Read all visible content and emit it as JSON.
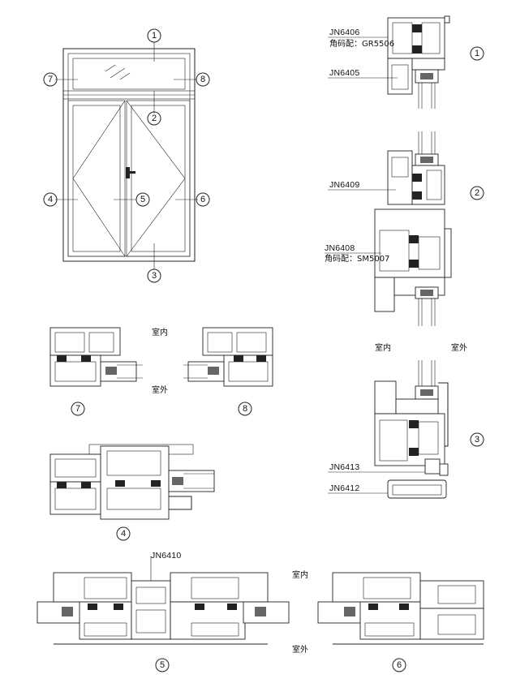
{
  "callouts": [
    "1",
    "2",
    "3",
    "4",
    "5",
    "6",
    "7",
    "8"
  ],
  "profiles": {
    "jn6406": "JN6406",
    "jn6406_corner": "角码配：GR5506",
    "jn6405": "JN6405",
    "jn6409": "JN6409",
    "jn6408": "JN6408",
    "jn6408_corner": "角码配：SM5007",
    "jn6413": "JN6413",
    "jn6412": "JN6412",
    "jn6410": "JN6410"
  },
  "sides": {
    "indoor": "室内",
    "outdoor": "室外"
  }
}
